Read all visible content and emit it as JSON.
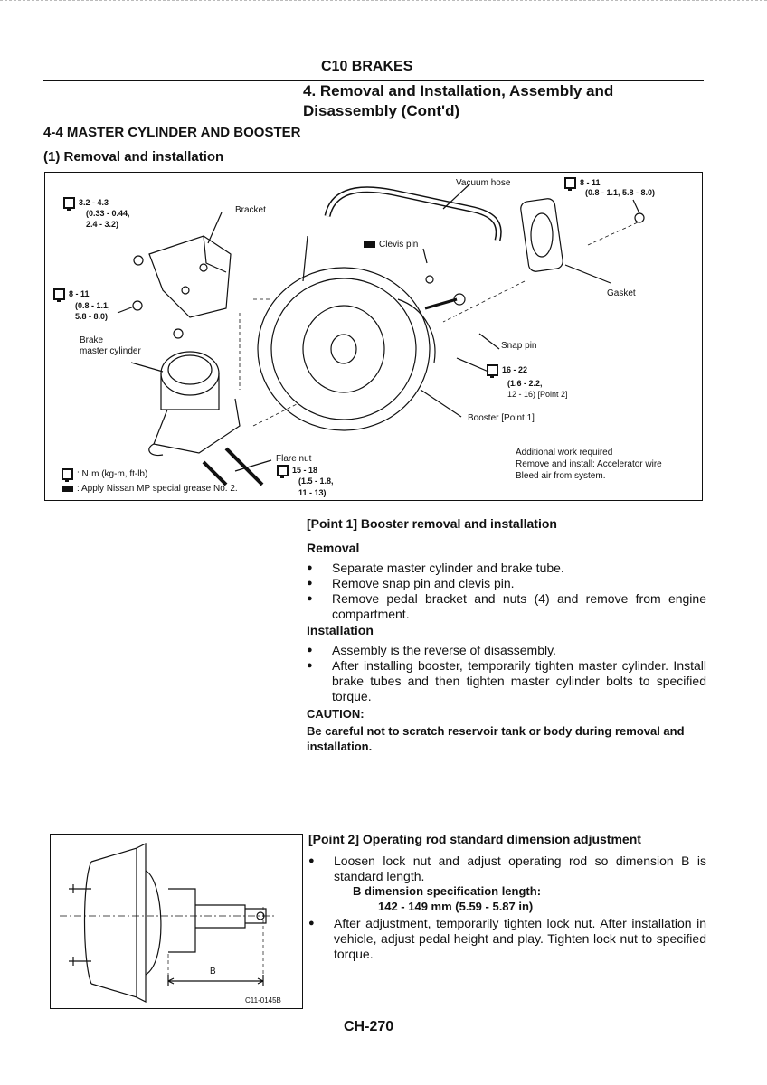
{
  "header": {
    "section": "C10 BRAKES",
    "title_line1": "4. Removal and Installation, Assembly and",
    "title_line2": "Disassembly (Cont'd)"
  },
  "heading": "4-4 MASTER CYLINDER AND BOOSTER",
  "subheading": "(1) Removal and installation",
  "figure1": {
    "labels": {
      "vacuum_hose": "Vacuum hose",
      "torque_top_right_1": "8 - 11",
      "torque_top_right_2": "(0.8 - 1.1, 5.8 - 8.0)",
      "torque_top_left_1": "3.2 - 4.3",
      "torque_top_left_2": "(0.33 - 0.44,",
      "torque_top_left_3": "2.4 - 3.2)",
      "bracket": "Bracket",
      "clevis_pin": "Clevis pin",
      "gasket": "Gasket",
      "torque_mid_left_1": "8 - 11",
      "torque_mid_left_2": "(0.8 - 1.1,",
      "torque_mid_left_3": "5.8 - 8.0)",
      "brake_mc_1": "Brake",
      "brake_mc_2": "master cylinder",
      "snap_pin": "Snap pin",
      "torque_snap_1": "16 - 22",
      "torque_snap_2": "(1.6 - 2.2,",
      "torque_snap_3": "12 - 16) [Point 2]",
      "booster": "Booster [Point 1]",
      "flare_nut": "Flare nut",
      "torque_flare_1": "15 - 18",
      "torque_flare_2": "(1.5 - 1.8,",
      "torque_flare_3": "11 - 13)",
      "legend_torque": ": N·m (kg-m, ft-lb)",
      "legend_grease": ": Apply Nissan MP special grease No. 2.",
      "additional_1": "Additional work required",
      "additional_2": "Remove and install: Accelerator wire",
      "additional_3": "Bleed air from system."
    }
  },
  "point1": {
    "title": "[Point 1] Booster removal and installation",
    "removal_heading": "Removal",
    "removal_items": [
      "Separate master cylinder and brake tube.",
      "Remove snap pin and clevis pin.",
      "Remove pedal bracket and nuts (4) and remove from engine compartment."
    ],
    "installation_heading": "Installation",
    "installation_items": [
      "Assembly is the reverse of disassembly.",
      "After installing booster, temporarily tighten master cylinder. Install brake tubes and then tighten master cylinder bolts to specified torque."
    ],
    "caution_heading": "CAUTION:",
    "caution_text": "Be careful not to scratch reservoir tank or body during removal and installation."
  },
  "point2": {
    "title": "[Point 2] Operating rod standard dimension adjustment",
    "item1": "Loosen lock nut and adjust operating rod so dimension B is standard length.",
    "spec_label": "B dimension specification length:",
    "spec_value": "142 - 149 mm (5.59 - 5.87 in)",
    "item2": "After adjustment, temporarily tighten lock nut. After installation in vehicle, adjust pedal height and play. Tighten lock nut to specified torque."
  },
  "figure2": {
    "dimension_label": "B",
    "figure_id": "C11-0145B"
  },
  "footer": {
    "page_number": "CH-270"
  }
}
